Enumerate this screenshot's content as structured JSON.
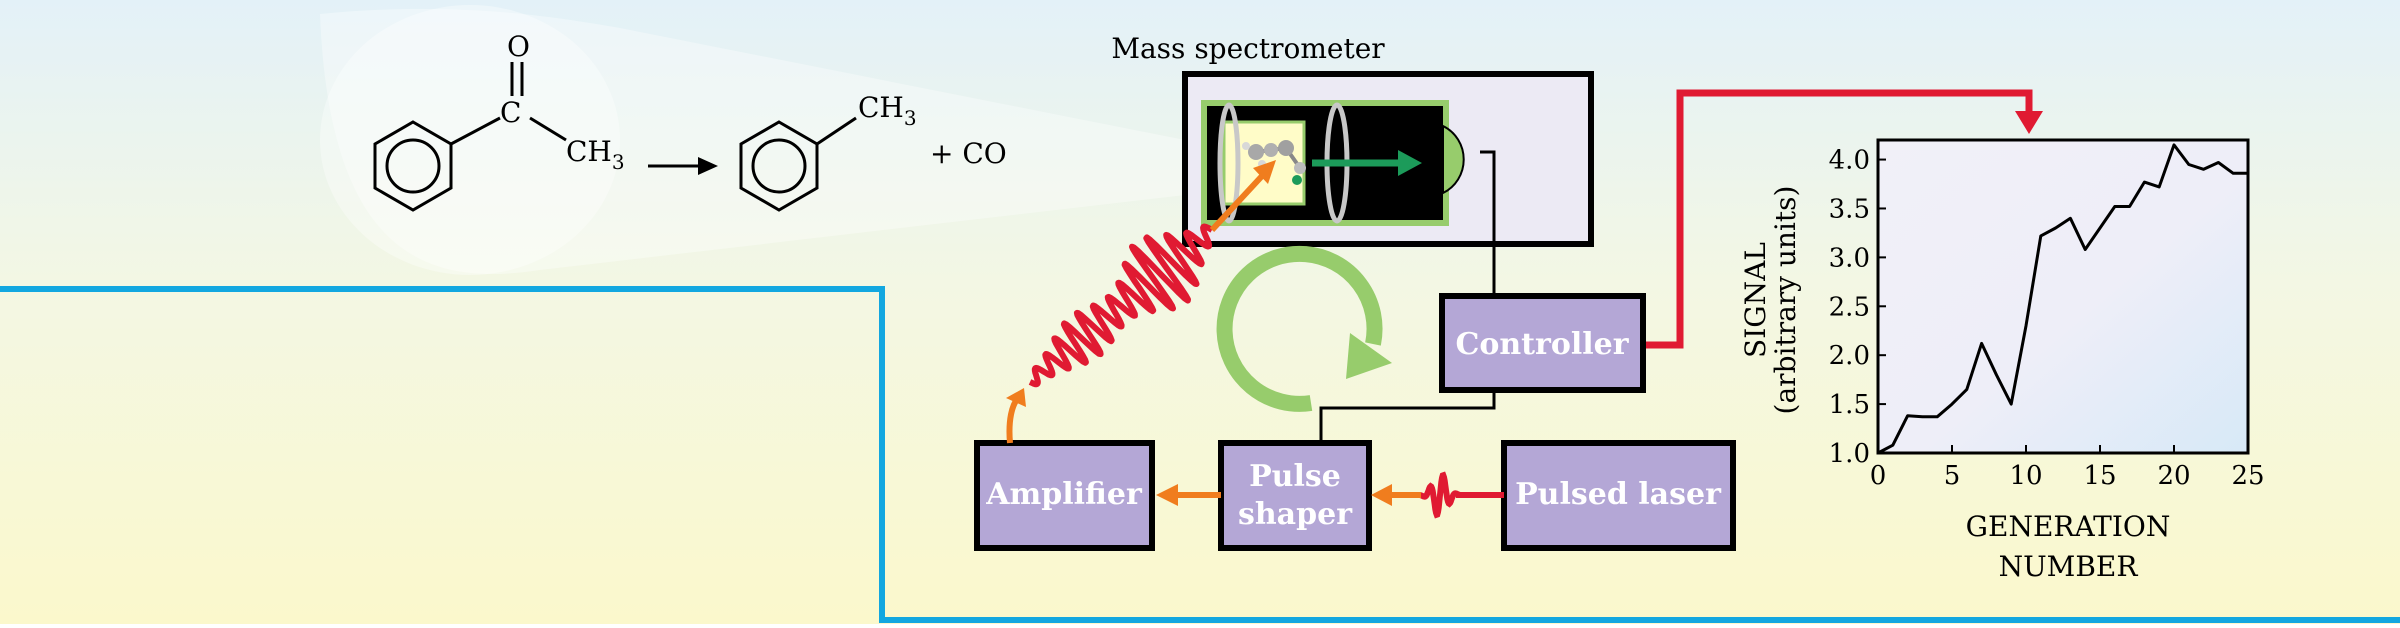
{
  "diagram": {
    "title": "Mass spectrometer",
    "boxes": {
      "controller": "Controller",
      "amplifier": "Amplifier",
      "pulse_shaper_line1": "Pulse",
      "pulse_shaper_line2": "shaper",
      "pulsed_laser": "Pulsed laser"
    },
    "reaction": {
      "carbonyl_o": "O",
      "carbonyl_c": "C",
      "methyl_1": "CH",
      "methyl_1_sub": "3",
      "methyl_2": "CH",
      "methyl_2_sub": "3",
      "byproduct": "+ CO"
    },
    "colors": {
      "box_fill": "#b4a7d6",
      "laser_red": "#e01a32",
      "arrow_orange": "#f07d1e",
      "feedback_green": "#97cc6c",
      "ms_arrow_green": "#1c9b5a",
      "wall_blue": "#12a7e0"
    }
  },
  "chart_data": {
    "type": "line",
    "xlabel_line1": "GENERATION",
    "xlabel_line2": "NUMBER",
    "ylabel_line1": "SIGNAL",
    "ylabel_line2": "(arbitrary units)",
    "xlim": [
      0,
      25
    ],
    "ylim": [
      1.0,
      4.2
    ],
    "x_ticks": [
      "0",
      "5",
      "10",
      "15",
      "20",
      "25"
    ],
    "y_ticks": [
      "1.0",
      "1.5",
      "2.0",
      "2.5",
      "3.0",
      "3.5",
      "4.0"
    ],
    "series": [
      {
        "x": [
          0,
          1,
          2,
          3,
          4,
          5,
          6,
          7,
          8,
          9,
          10,
          11,
          12,
          13,
          14,
          15,
          16,
          17,
          18,
          19,
          20,
          21,
          22,
          23,
          24,
          25
        ],
        "y": [
          1.0,
          1.08,
          1.38,
          1.37,
          1.37,
          1.5,
          1.65,
          2.12,
          1.8,
          1.5,
          2.3,
          3.22,
          3.3,
          3.4,
          3.08,
          3.3,
          3.52,
          3.52,
          3.77,
          3.72,
          4.15,
          3.95,
          3.9,
          3.97,
          3.86,
          3.86
        ]
      }
    ]
  }
}
